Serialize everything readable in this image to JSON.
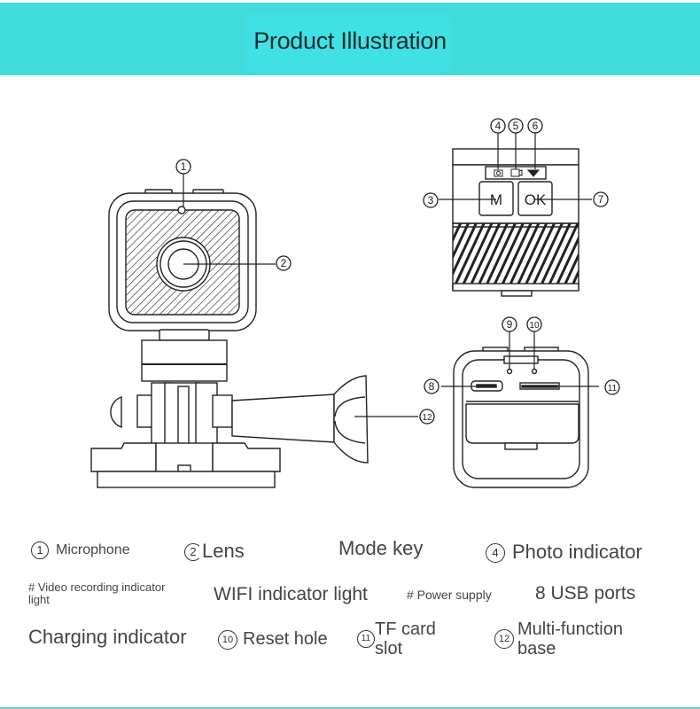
{
  "header": {
    "title": "Product Illustration",
    "background_color": "#41dbdb"
  },
  "diagram": {
    "callouts": {
      "c1": "1",
      "c2": "2",
      "c3": "3",
      "c4": "4",
      "c5": "5",
      "c6": "6",
      "c7": "7",
      "c8": "8",
      "c9": "9",
      "c10": "10",
      "c11": "11",
      "c12": "12"
    },
    "buttons": {
      "mode": "M",
      "ok": "OK"
    },
    "indicator_icons": [
      "camera-icon",
      "video-camera-icon",
      "wifi-icon"
    ]
  },
  "legend": {
    "row1": [
      {
        "num": "1",
        "label": "Microphone"
      },
      {
        "num": "2",
        "label": "Lens"
      },
      {
        "num": "",
        "label": "Mode key"
      },
      {
        "num": "4",
        "label": "Photo indicator"
      }
    ],
    "row2": [
      {
        "num": "",
        "label": "# Video recording indicator light"
      },
      {
        "num": "",
        "label": "WIFI indicator light"
      },
      {
        "num": "",
        "label": "# Power supply"
      },
      {
        "num": "",
        "label": "8 USB ports"
      }
    ],
    "row3": [
      {
        "num": "",
        "label": "Charging indicator"
      },
      {
        "num": "10",
        "label": "Reset hole"
      },
      {
        "num": "11",
        "label": "TF card slot"
      },
      {
        "num": "12",
        "label": "Multi-function base"
      }
    ]
  },
  "colors": {
    "accent": "#41dbdb",
    "line": "#222222",
    "text": "#444444",
    "bottom_rule": "#6ccfc9"
  }
}
